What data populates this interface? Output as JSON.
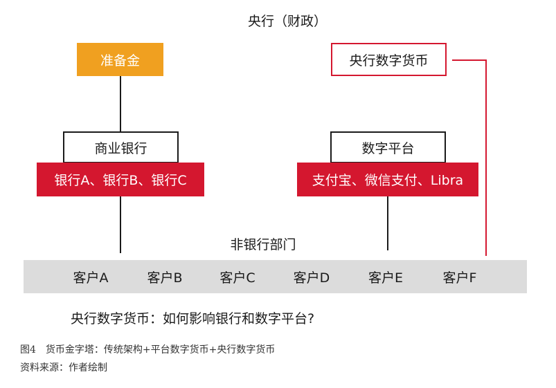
{
  "top_title": "央行（财政）",
  "reserve": "准备金",
  "cbdc": "央行数字货币",
  "commercial_banks": {
    "header": "商业银行",
    "members": "银行A、银行B、银行C"
  },
  "digital_platforms": {
    "header": "数字平台",
    "members": "支付宝、微信支付、Libra"
  },
  "nonbank_sector": "非银行部门",
  "clients": [
    "客户A",
    "客户B",
    "客户C",
    "客户D",
    "客户E",
    "客户F"
  ],
  "question": "央行数字货币：如何影响银行和数字平台?",
  "caption": "图4　货币金字塔：传统架构+平台数字货币+央行数字货币",
  "source": "资料来源：作者绘制",
  "colors": {
    "red": "#d4172f",
    "orange": "#f0a020",
    "gray_bar": "#dcdcdc"
  }
}
